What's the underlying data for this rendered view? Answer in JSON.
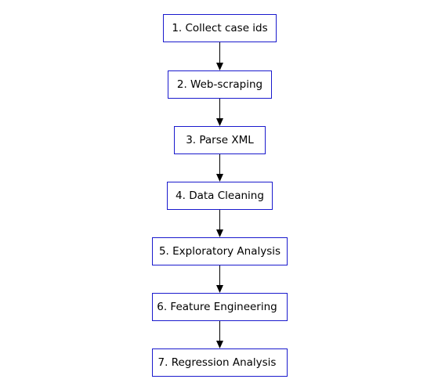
{
  "diagram": {
    "colors": {
      "box_border": "#1a1acd",
      "box_fill": "#ffffff",
      "text": "#000000",
      "connector": "#000000"
    },
    "steps": [
      {
        "label": "1. Collect case ids"
      },
      {
        "label": "2. Web-scraping"
      },
      {
        "label": "3. Parse XML"
      },
      {
        "label": "4. Data Cleaning"
      },
      {
        "label": "5. Exploratory Analysis"
      },
      {
        "label": "6. Feature Engineering"
      },
      {
        "label": "7. Regression Analysis"
      }
    ]
  }
}
